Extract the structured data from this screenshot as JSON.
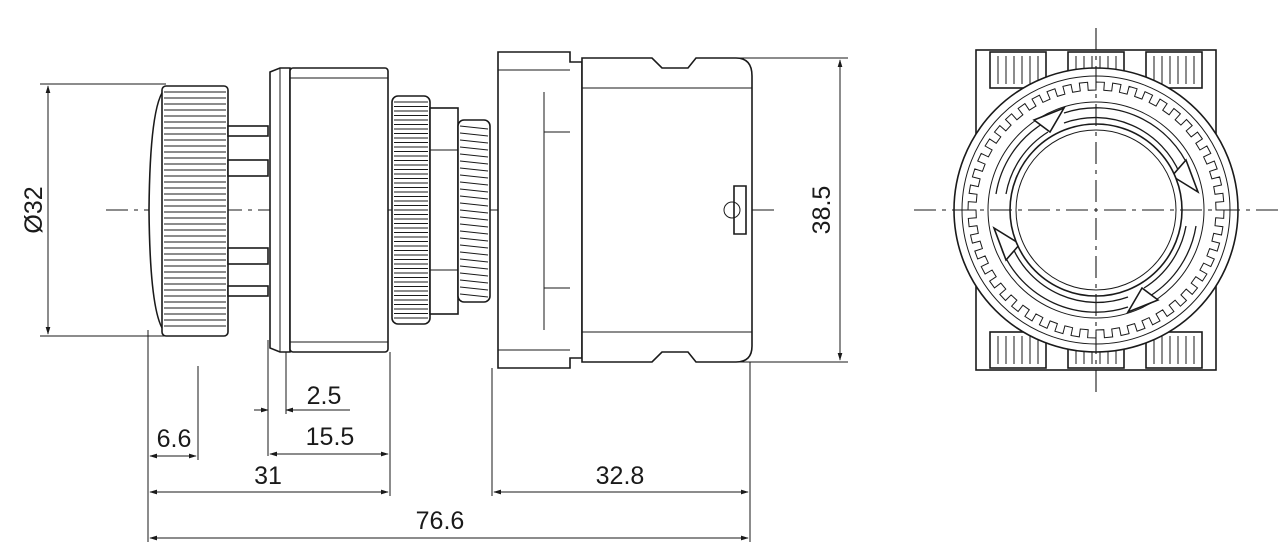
{
  "drawing": {
    "dimensions": {
      "diameter": "Ø32",
      "height": "38.5",
      "head_ring": "2.5",
      "cap_length": "6.6",
      "bezel_length": "15.5",
      "front_length": "31",
      "block_length": "32.8",
      "overall_length": "76.6"
    },
    "views": [
      "side-view",
      "front-view"
    ]
  }
}
